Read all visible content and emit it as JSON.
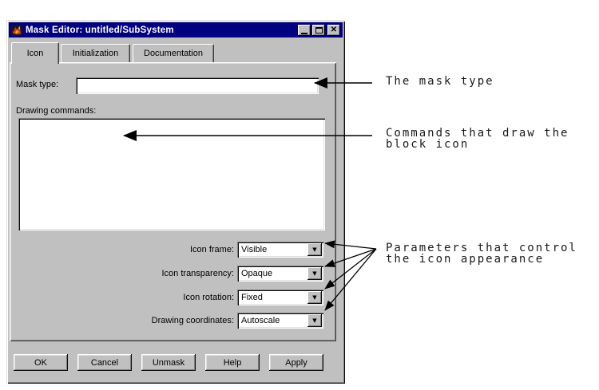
{
  "window": {
    "title": "Mask Editor: untitled/SubSystem"
  },
  "tabs": [
    {
      "label": "Icon",
      "selected": true
    },
    {
      "label": "Initialization",
      "selected": false
    },
    {
      "label": "Documentation",
      "selected": false
    }
  ],
  "fields": {
    "mask_type_label": "Mask type:",
    "mask_type_value": "",
    "drawing_commands_label": "Drawing commands:",
    "drawing_commands_value": ""
  },
  "dropdowns": [
    {
      "label": "Icon frame:",
      "value": "Visible"
    },
    {
      "label": "Icon transparency:",
      "value": "Opaque"
    },
    {
      "label": "Icon rotation:",
      "value": "Fixed"
    },
    {
      "label": "Drawing coordinates:",
      "value": "Autoscale"
    }
  ],
  "buttons": [
    {
      "label": "OK"
    },
    {
      "label": "Cancel"
    },
    {
      "label": "Unmask"
    },
    {
      "label": "Help"
    },
    {
      "label": "Apply"
    }
  ],
  "annotations": [
    {
      "text": "The mask type"
    },
    {
      "text": "Commands that draw the\nblock icon"
    },
    {
      "text": "Parameters that control\nthe icon appearance"
    }
  ],
  "icons": {
    "matlab_logo": "matlab-flame",
    "minimize": "minimize-bar",
    "maximize": "window-rect",
    "close": "✕",
    "dropdown_arrow": "▼"
  },
  "colors": {
    "titlebar": "#000080",
    "titlebar_text": "#ffffff",
    "dialog_bg": "#c0c0c0",
    "field_bg": "#ffffff",
    "annotation_text": "#1a1a1a",
    "arrow": "#000000"
  }
}
